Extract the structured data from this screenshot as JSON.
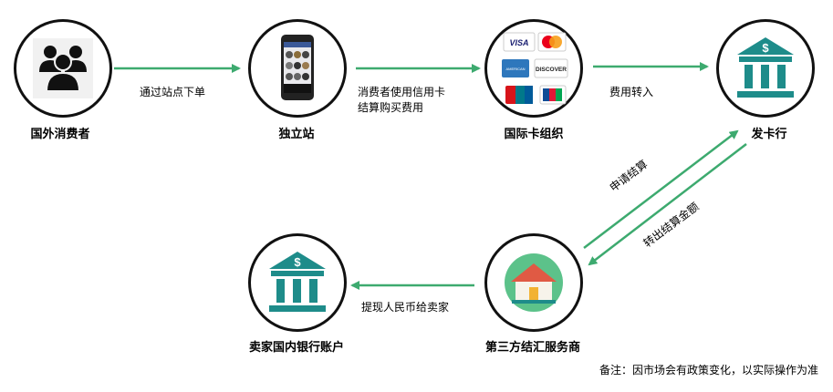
{
  "nodes": {
    "overseas_consumer": "国外消费者",
    "independent_site": "独立站",
    "card_org": "国际卡组织",
    "issuing_bank": "发卡行",
    "third_party": "第三方结汇服务商",
    "seller_bank": "卖家国内银行账户"
  },
  "edges": {
    "order": "通过站点下单",
    "pay_line1": "消费者使用信用卡",
    "pay_line2": "结算购买费用",
    "transfer": "费用转入",
    "apply": "申请结算",
    "settle_out": "转出结算金额",
    "withdraw": "提现人民币给卖家"
  },
  "card_brands": [
    "VISA",
    "MasterCard",
    "AMERICAN EXPRESS",
    "DISCOVER",
    "UnionPay",
    "JCB"
  ],
  "note": "备注：因市场会有政策变化，以实际操作为准",
  "colors": {
    "arrow": "#3daa6f",
    "bank": "#1e8c8a",
    "outline": "#111111"
  }
}
